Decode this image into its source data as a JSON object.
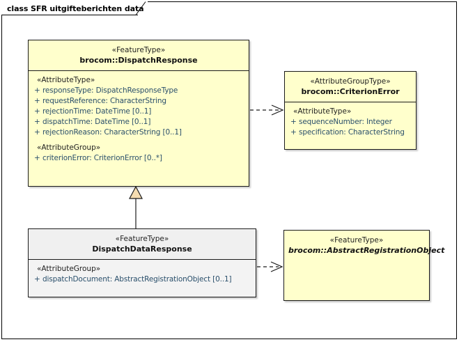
{
  "diagram": {
    "title": "class SFR uitgifteberichten data",
    "background_color": "#ffffff",
    "border_color": "#000000"
  },
  "colors": {
    "class_fill_yellow": "#ffffcc",
    "class_fill_gray": "#f3f3f3",
    "class_header_gray": "#f0f0f0",
    "border": "#1a1a1a",
    "attribute_text": "#2a4f6b",
    "generalization_fill": "#f5dcb0"
  },
  "classes": {
    "dispatch_response": {
      "stereotype": "«FeatureType»",
      "name": "brocom::DispatchResponse",
      "groups": [
        {
          "label": "«AttributeType»",
          "attributes": [
            {
              "visibility": "+",
              "text": "responseType: DispatchResponseType"
            },
            {
              "visibility": "+",
              "text": "requestReference: CharacterString"
            },
            {
              "visibility": "+",
              "text": "rejectionTime: DateTime [0..1]"
            },
            {
              "visibility": "+",
              "text": "dispatchTime: DateTime [0..1]"
            },
            {
              "visibility": "+",
              "text": "rejectionReason: CharacterString [0..1]"
            }
          ]
        },
        {
          "label": "«AttributeGroup»",
          "attributes": [
            {
              "visibility": "+",
              "text": "criterionError: CriterionError [0..*]"
            }
          ]
        }
      ]
    },
    "criterion_error": {
      "stereotype": "«AttributeGroupType»",
      "name": "brocom::CriterionError",
      "groups": [
        {
          "label": "«AttributeType»",
          "attributes": [
            {
              "visibility": "+",
              "text": "sequenceNumber: Integer"
            },
            {
              "visibility": "+",
              "text": "specification: CharacterString"
            }
          ]
        }
      ]
    },
    "dispatch_data_response": {
      "stereotype": "«FeatureType»",
      "name": "DispatchDataResponse",
      "groups": [
        {
          "label": "«AttributeGroup»",
          "attributes": [
            {
              "visibility": "+",
              "text": "dispatchDocument: AbstractRegistrationObject [0..1]"
            }
          ]
        }
      ]
    },
    "abstract_registration_object": {
      "stereotype": "«FeatureType»",
      "name": "brocom::AbstractRegistrationObject",
      "groups": []
    }
  },
  "connectors": [
    {
      "name": "dependency-dispatchresponse-to-criterionerror",
      "type": "dependency",
      "style": "dashed-open-arrow",
      "from": "brocom::DispatchResponse",
      "to": "brocom::CriterionError"
    },
    {
      "name": "generalization-dispatchdataresponse-to-dispatchresponse",
      "type": "generalization",
      "style": "solid-hollow-triangle",
      "from": "DispatchDataResponse",
      "to": "brocom::DispatchResponse"
    },
    {
      "name": "dependency-dispatchdataresponse-to-abstractregistrationobject",
      "type": "dependency",
      "style": "dashed-open-arrow",
      "from": "DispatchDataResponse",
      "to": "brocom::AbstractRegistrationObject"
    }
  ]
}
